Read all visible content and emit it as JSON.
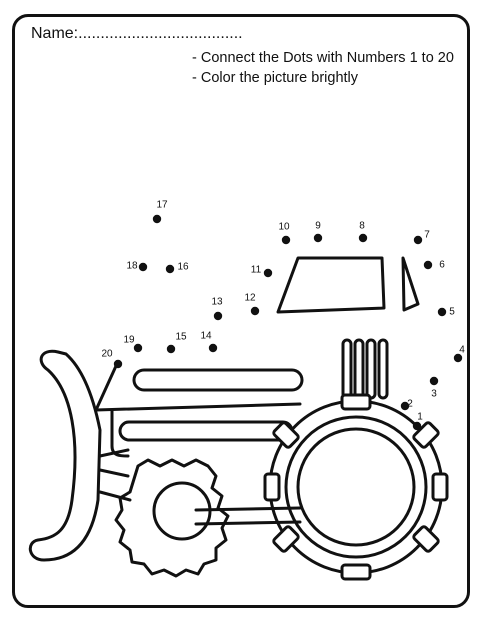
{
  "header": {
    "name_label": "Name:....................................."
  },
  "instructions": [
    "- Connect the Dots with Numbers 1 to 20",
    "- Color the picture brightly"
  ],
  "dots": [
    {
      "number": "1"
    },
    {
      "number": "2"
    },
    {
      "number": "3"
    },
    {
      "number": "4"
    },
    {
      "number": "5"
    },
    {
      "number": "6"
    },
    {
      "number": "7"
    },
    {
      "number": "8"
    },
    {
      "number": "9"
    },
    {
      "number": "10"
    },
    {
      "number": "11"
    },
    {
      "number": "12"
    },
    {
      "number": "13"
    },
    {
      "number": "14"
    },
    {
      "number": "15"
    },
    {
      "number": "16"
    },
    {
      "number": "17"
    },
    {
      "number": "18"
    },
    {
      "number": "19"
    },
    {
      "number": "20"
    }
  ]
}
